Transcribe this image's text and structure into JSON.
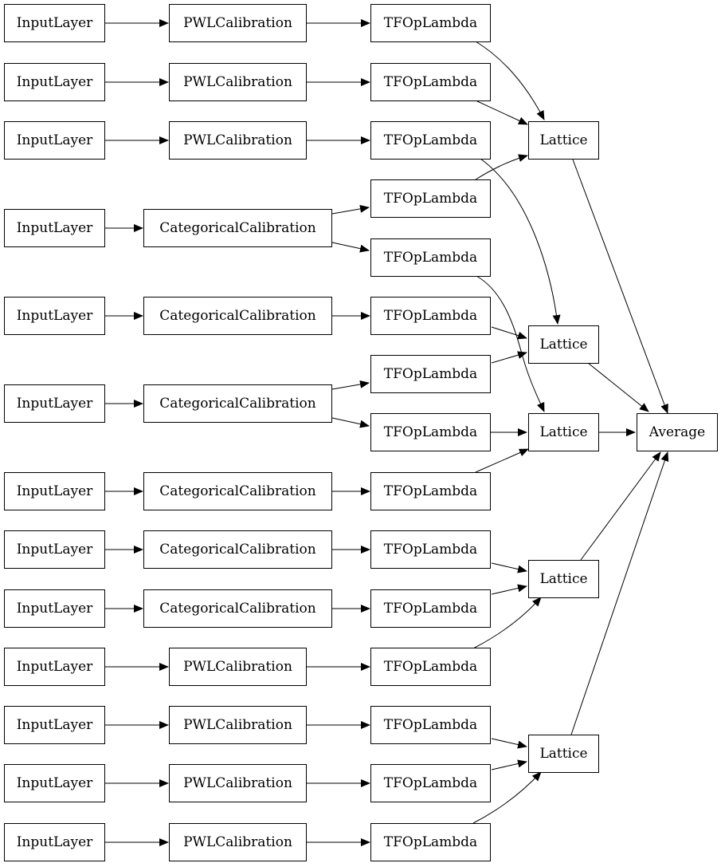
{
  "diagram": {
    "nodes": [
      {
        "id": "in1",
        "label": "InputLayer"
      },
      {
        "id": "cal1",
        "label": "PWLCalibration"
      },
      {
        "id": "tf1",
        "label": "TFOpLambda"
      },
      {
        "id": "in2",
        "label": "InputLayer"
      },
      {
        "id": "cal2",
        "label": "PWLCalibration"
      },
      {
        "id": "tf2",
        "label": "TFOpLambda"
      },
      {
        "id": "in3",
        "label": "InputLayer"
      },
      {
        "id": "cal3",
        "label": "PWLCalibration"
      },
      {
        "id": "tf3",
        "label": "TFOpLambda"
      },
      {
        "id": "tf4",
        "label": "TFOpLambda"
      },
      {
        "id": "in4",
        "label": "InputLayer"
      },
      {
        "id": "cal4",
        "label": "CategoricalCalibration"
      },
      {
        "id": "tf5",
        "label": "TFOpLambda"
      },
      {
        "id": "in5",
        "label": "InputLayer"
      },
      {
        "id": "cal5",
        "label": "CategoricalCalibration"
      },
      {
        "id": "tf6",
        "label": "TFOpLambda"
      },
      {
        "id": "tf7",
        "label": "TFOpLambda"
      },
      {
        "id": "in6",
        "label": "InputLayer"
      },
      {
        "id": "cal6",
        "label": "CategoricalCalibration"
      },
      {
        "id": "tf8",
        "label": "TFOpLambda"
      },
      {
        "id": "in7",
        "label": "InputLayer"
      },
      {
        "id": "cal7",
        "label": "CategoricalCalibration"
      },
      {
        "id": "tf9",
        "label": "TFOpLambda"
      },
      {
        "id": "in8",
        "label": "InputLayer"
      },
      {
        "id": "cal8",
        "label": "CategoricalCalibration"
      },
      {
        "id": "tf10",
        "label": "TFOpLambda"
      },
      {
        "id": "in9",
        "label": "InputLayer"
      },
      {
        "id": "cal9",
        "label": "CategoricalCalibration"
      },
      {
        "id": "tf11",
        "label": "TFOpLambda"
      },
      {
        "id": "in10",
        "label": "InputLayer"
      },
      {
        "id": "cal10",
        "label": "PWLCalibration"
      },
      {
        "id": "tf12",
        "label": "TFOpLambda"
      },
      {
        "id": "in11",
        "label": "InputLayer"
      },
      {
        "id": "cal11",
        "label": "PWLCalibration"
      },
      {
        "id": "tf13",
        "label": "TFOpLambda"
      },
      {
        "id": "in12",
        "label": "InputLayer"
      },
      {
        "id": "cal12",
        "label": "PWLCalibration"
      },
      {
        "id": "tf14",
        "label": "TFOpLambda"
      },
      {
        "id": "in13",
        "label": "InputLayer"
      },
      {
        "id": "cal13",
        "label": "PWLCalibration"
      },
      {
        "id": "tf15",
        "label": "TFOpLambda"
      },
      {
        "id": "lat1",
        "label": "Lattice"
      },
      {
        "id": "lat2",
        "label": "Lattice"
      },
      {
        "id": "lat3",
        "label": "Lattice"
      },
      {
        "id": "lat4",
        "label": "Lattice"
      },
      {
        "id": "lat5",
        "label": "Lattice"
      },
      {
        "id": "avg",
        "label": "Average"
      }
    ],
    "edges": [
      [
        "in1",
        "cal1"
      ],
      [
        "cal1",
        "tf1"
      ],
      [
        "in2",
        "cal2"
      ],
      [
        "cal2",
        "tf2"
      ],
      [
        "in3",
        "cal3"
      ],
      [
        "cal3",
        "tf3"
      ],
      [
        "in4",
        "cal4"
      ],
      [
        "cal4",
        "tf4"
      ],
      [
        "cal4",
        "tf5"
      ],
      [
        "in5",
        "cal5"
      ],
      [
        "cal5",
        "tf6"
      ],
      [
        "in6",
        "cal6"
      ],
      [
        "cal6",
        "tf7"
      ],
      [
        "cal6",
        "tf8"
      ],
      [
        "in7",
        "cal7"
      ],
      [
        "cal7",
        "tf9"
      ],
      [
        "in8",
        "cal8"
      ],
      [
        "cal8",
        "tf10"
      ],
      [
        "in9",
        "cal9"
      ],
      [
        "cal9",
        "tf11"
      ],
      [
        "in10",
        "cal10"
      ],
      [
        "cal10",
        "tf12"
      ],
      [
        "in11",
        "cal11"
      ],
      [
        "cal11",
        "tf13"
      ],
      [
        "in12",
        "cal12"
      ],
      [
        "cal12",
        "tf14"
      ],
      [
        "in13",
        "cal13"
      ],
      [
        "cal13",
        "tf15"
      ],
      [
        "tf1",
        "lat1"
      ],
      [
        "tf2",
        "lat1"
      ],
      [
        "tf4",
        "lat1"
      ],
      [
        "tf3",
        "lat2"
      ],
      [
        "tf6",
        "lat2"
      ],
      [
        "tf7",
        "lat2"
      ],
      [
        "tf5",
        "lat3"
      ],
      [
        "tf8",
        "lat3"
      ],
      [
        "tf9",
        "lat3"
      ],
      [
        "tf10",
        "lat4"
      ],
      [
        "tf11",
        "lat4"
      ],
      [
        "tf12",
        "lat4"
      ],
      [
        "tf13",
        "lat5"
      ],
      [
        "tf14",
        "lat5"
      ],
      [
        "tf15",
        "lat5"
      ],
      [
        "lat1",
        "avg"
      ],
      [
        "lat2",
        "avg"
      ],
      [
        "lat3",
        "avg"
      ],
      [
        "lat4",
        "avg"
      ],
      [
        "lat5",
        "avg"
      ]
    ]
  }
}
